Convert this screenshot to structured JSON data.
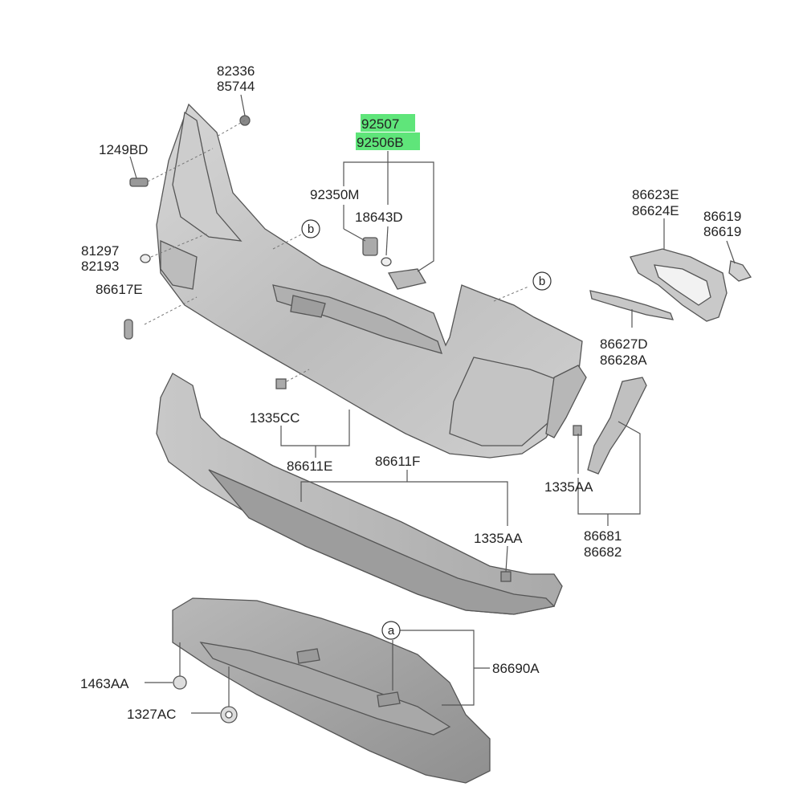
{
  "parts": {
    "p82336": "82336",
    "p85744": "85744",
    "p1249BD": "1249BD",
    "p92507": "92507",
    "p92506B": "92506B",
    "p92350M": "92350M",
    "p18643D": "18643D",
    "p81297": "81297",
    "p82193": "82193",
    "p86617E": "86617E",
    "p86623E": "86623E",
    "p86624E": "86624E",
    "p86619a": "86619",
    "p86619b": "86619",
    "p86627D": "86627D",
    "p86628A": "86628A",
    "p1335CC": "1335CC",
    "p86611E": "86611E",
    "p86611F": "86611F",
    "p1335AA_right": "1335AA",
    "p1335AA_center": "1335AA",
    "p86681": "86681",
    "p86682": "86682",
    "p1463AA": "1463AA",
    "p1327AC": "1327AC",
    "p86690A": "86690A"
  },
  "callouts": {
    "b1": "b",
    "b2": "b",
    "a": "a"
  },
  "highlight_color": "#5fe57a"
}
